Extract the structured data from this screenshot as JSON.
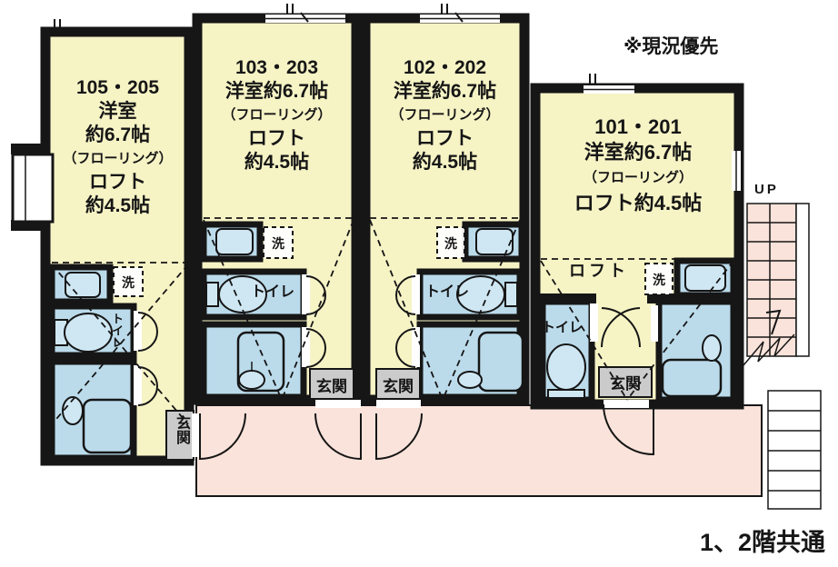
{
  "annotations": {
    "top_note": "※現況優先",
    "bottom_note": "1、2階共通",
    "up": "UP"
  },
  "labels": {
    "toilet": "トイレ",
    "entrance": "玄関",
    "washer": "洗",
    "loft": "ロフト"
  },
  "units": [
    {
      "id": "105・205",
      "lines": [
        "105・205",
        "洋室",
        "約6.7帖",
        "（フローリング）",
        "ロフト",
        "約4.5帖"
      ]
    },
    {
      "id": "103・203",
      "lines": [
        "103・203",
        "洋室約6.7帖",
        "（フローリング）",
        "ロフト",
        "約4.5帖"
      ]
    },
    {
      "id": "102・202",
      "lines": [
        "102・202",
        "洋室約6.7帖",
        "（フローリング）",
        "ロフト",
        "約4.5帖"
      ]
    },
    {
      "id": "101・201",
      "lines": [
        "101・201",
        "洋室約6.7帖",
        "（フローリング）",
        "ロフト約4.5帖"
      ]
    }
  ],
  "colors": {
    "wall": "#161616",
    "room": "#f6f3c5",
    "wet": "#bbdbeb",
    "fixture": "#cfe7f3",
    "corridor": "#fae3da",
    "entrance": "#cbcbcb"
  }
}
